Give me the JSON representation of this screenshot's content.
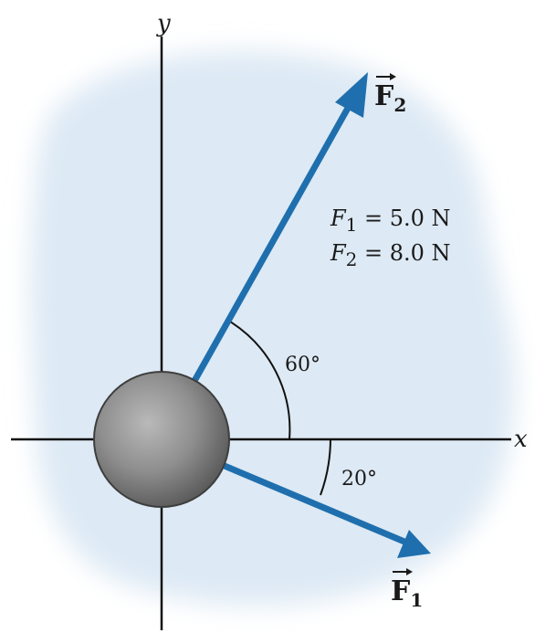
{
  "axes": {
    "x_label": "x",
    "y_label": "y"
  },
  "forces": [
    {
      "symbol": "F",
      "subscript": "2",
      "angle_deg": 60,
      "angle_label": "60°",
      "side": "above x-axis"
    },
    {
      "symbol": "F",
      "subscript": "1",
      "angle_deg": -20,
      "angle_label": "20°",
      "side": "below x-axis"
    }
  ],
  "given": [
    {
      "symbol": "F",
      "subscript": "1",
      "text": " = 5.0 N"
    },
    {
      "symbol": "F",
      "subscript": "2",
      "text": " = 8.0 N"
    }
  ],
  "colors": {
    "arrow": "#1f6fae",
    "background_blob": "#dde9f4",
    "ball": "#8c8c8c",
    "axis": "#111111"
  }
}
